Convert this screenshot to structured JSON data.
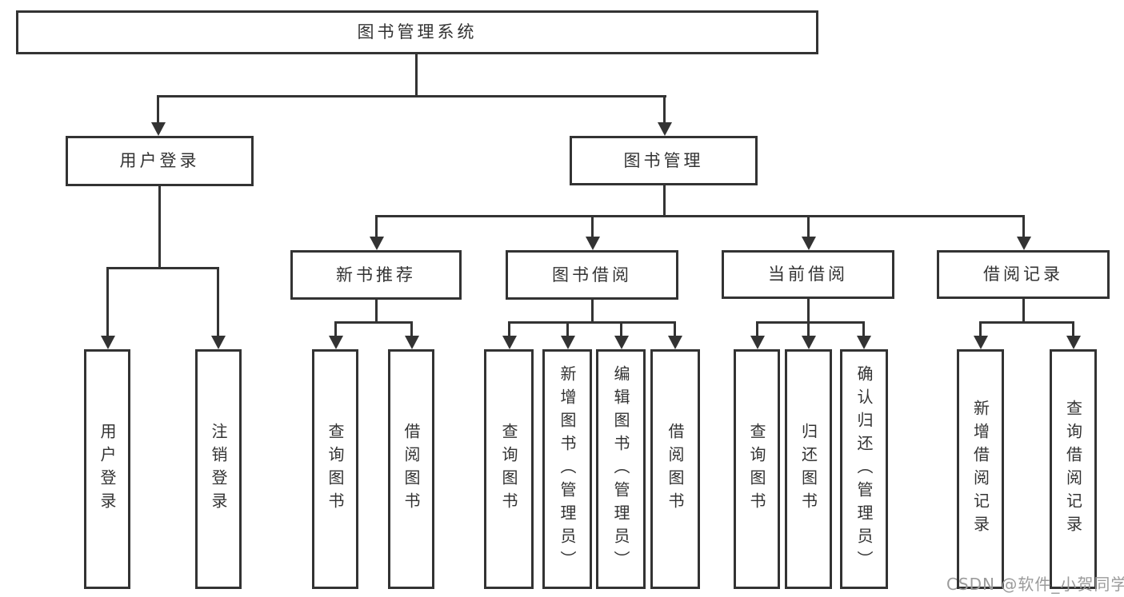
{
  "diagram_title": "图书管理系统",
  "tree": {
    "label": "图书管理系统",
    "children": [
      {
        "label": "用户登录",
        "children": [
          {
            "label": "用户登录"
          },
          {
            "label": "注销登录"
          }
        ]
      },
      {
        "label": "图书管理",
        "children": [
          {
            "label": "新书推荐",
            "children": [
              {
                "label": "查询图书"
              },
              {
                "label": "借阅图书"
              }
            ]
          },
          {
            "label": "图书借阅",
            "children": [
              {
                "label": "查询图书"
              },
              {
                "label": "新增图书（管理员）"
              },
              {
                "label": "编辑图书（管理员）"
              },
              {
                "label": "借阅图书"
              }
            ]
          },
          {
            "label": "当前借阅",
            "children": [
              {
                "label": "查询图书"
              },
              {
                "label": "归还图书"
              },
              {
                "label": "确认归还（管理员）"
              }
            ]
          },
          {
            "label": "借阅记录",
            "children": [
              {
                "label": "新增借阅记录"
              },
              {
                "label": "查询借阅记录"
              }
            ]
          }
        ]
      }
    ]
  },
  "watermark": "CSDN @软件_小贺同学",
  "colors": {
    "line": "#333333",
    "text": "#333333",
    "watermark": "#9b9b9b",
    "background": "#ffffff"
  }
}
